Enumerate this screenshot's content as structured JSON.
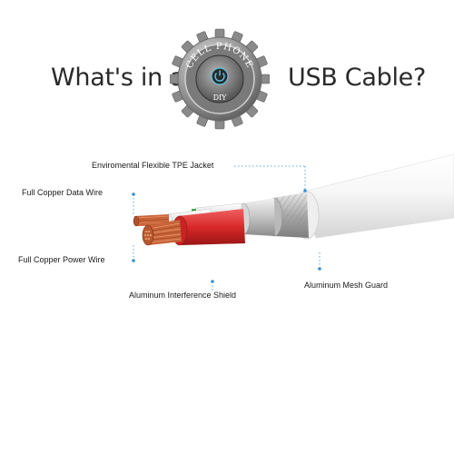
{
  "heading": {
    "prefix": "What's in a",
    "suffix": "USB Cable?"
  },
  "logo": {
    "top_text": "CELL PHONE",
    "bottom_text": "DIY",
    "icon": "power-button-icon"
  },
  "labels": {
    "jacket": "Enviromental Flexible TPE Jacket",
    "data_wire": "Full Copper Data Wire",
    "power_wire": "Full Copper Power Wire",
    "shield": "Aluminum Interference Shield",
    "mesh": "Aluminum Mesh Guard"
  },
  "colors": {
    "pointer": "#3a8fd0",
    "jacket": "#f4f4f4",
    "red_insulation": "#d82a2a",
    "copper": "#c8643a",
    "foil": "#c8c8c8"
  }
}
